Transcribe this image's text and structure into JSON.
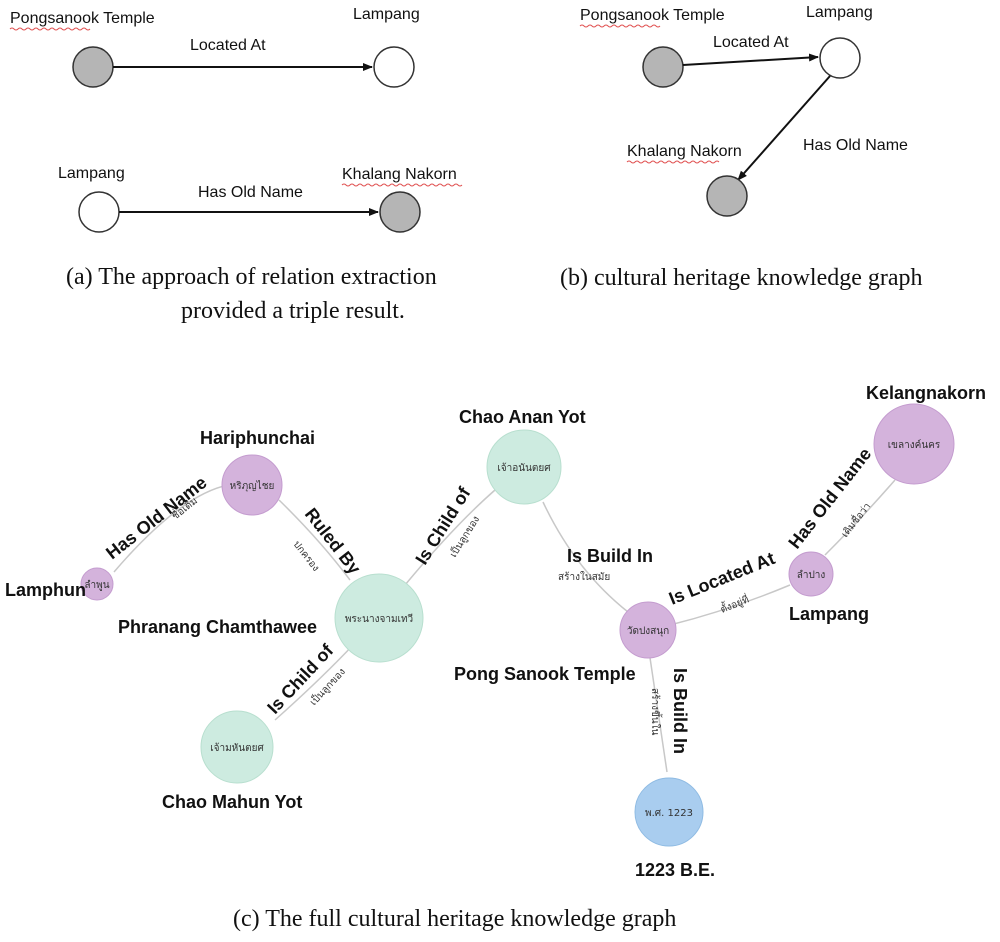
{
  "panel_a": {
    "triple1": {
      "subject": "Pongsanook Temple",
      "relation": "Located At",
      "object": "Lampang"
    },
    "triple2": {
      "subject": "Lampang",
      "relation": "Has Old Name",
      "object": "Khalang Nakorn"
    },
    "caption_line1": "(a)   The approach of relation extraction",
    "caption_line2": "provided a triple result."
  },
  "panel_b": {
    "node1": "Pongsanook Temple",
    "node2": "Lampang",
    "node3": "Khalang Nakorn",
    "edge1": "Located At",
    "edge2": "Has Old Name",
    "caption": "(b) cultural heritage knowledge graph"
  },
  "panel_c": {
    "caption": "(c) The full cultural heritage knowledge graph",
    "nodes": {
      "lamphun": {
        "label": "Lamphun",
        "thai": "ลำพูน"
      },
      "hariphunchai": {
        "label": "Hariphunchai",
        "thai": "หริภุญไชย"
      },
      "phranang": {
        "label": "Phranang Chamthawee",
        "thai": "พระนางจามเทวี"
      },
      "mahun": {
        "label": "Chao Mahun Yot",
        "thai": "เจ้ามหันตยศ"
      },
      "anan": {
        "label": "Chao Anan Yot",
        "thai": "เจ้าอนันตยศ"
      },
      "pongsanook": {
        "label": "Pong Sanook Temple",
        "thai": "วัดปงสนุก"
      },
      "lampang": {
        "label": "Lampang",
        "thai": "ลำปาง"
      },
      "kelang": {
        "label": "Kelangnakorn",
        "thai": "เขลางค์นคร"
      },
      "be1223": {
        "label": "1223 B.E.",
        "thai": "พ.ศ. 1223"
      }
    },
    "edges": {
      "has_old_name_1": {
        "label": "Has Old Name",
        "thai": "ชื่อเดิม"
      },
      "ruled_by": {
        "label": "Ruled By",
        "thai": "ปกครอง"
      },
      "is_child_of_1": {
        "label": "Is Child of",
        "thai": "เป็นลูกของ"
      },
      "is_child_of_2": {
        "label": "Is Child of",
        "thai": "เป็นลูกของ"
      },
      "is_build_in_1": {
        "label": "Is Build In",
        "thai": "สร้างในสมัย"
      },
      "is_located_at": {
        "label": "Is Located At",
        "thai": "ตั้งอยู่ที่"
      },
      "has_old_name_2": {
        "label": "Has Old Name",
        "thai": "เดิมชื่อว่า"
      },
      "is_build_in_2": {
        "label": "Is Build In",
        "thai": "สร้างขึ้นใน"
      }
    }
  },
  "colors": {
    "gray_node": "#b5b5b5",
    "purple_node": "#d4b3dc",
    "green_node": "#cdebe0",
    "blue_node": "#a9cdef",
    "edge_line": "#c8c8c8"
  }
}
